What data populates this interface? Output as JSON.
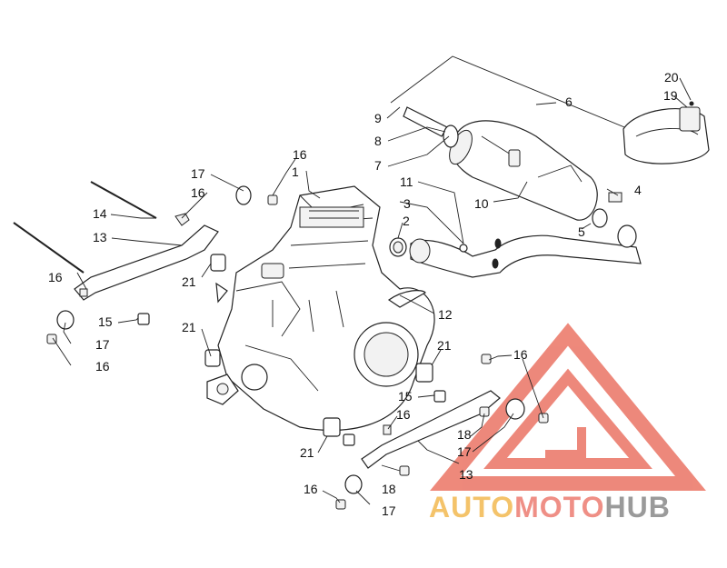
{
  "labels": [
    {
      "id": "label-1",
      "text": "1"
    },
    {
      "id": "label-2",
      "text": "2"
    },
    {
      "id": "label-3",
      "text": "3"
    },
    {
      "id": "label-4",
      "text": "4"
    },
    {
      "id": "label-5",
      "text": "5"
    },
    {
      "id": "label-6",
      "text": "6"
    },
    {
      "id": "label-7",
      "text": "7"
    },
    {
      "id": "label-8",
      "text": "8"
    },
    {
      "id": "label-9",
      "text": "9"
    },
    {
      "id": "label-10",
      "text": "10"
    },
    {
      "id": "label-11",
      "text": "11"
    },
    {
      "id": "label-12",
      "text": "12"
    },
    {
      "id": "label-13a",
      "text": "13"
    },
    {
      "id": "label-13b",
      "text": "13"
    },
    {
      "id": "label-14",
      "text": "14"
    },
    {
      "id": "label-15a",
      "text": "15"
    },
    {
      "id": "label-15b",
      "text": "15"
    },
    {
      "id": "label-16a",
      "text": "16"
    },
    {
      "id": "label-16b",
      "text": "16"
    },
    {
      "id": "label-16c",
      "text": "16"
    },
    {
      "id": "label-16d",
      "text": "16"
    },
    {
      "id": "label-16e",
      "text": "16"
    },
    {
      "id": "label-16f",
      "text": "16"
    },
    {
      "id": "label-16g",
      "text": "16"
    },
    {
      "id": "label-17a",
      "text": "17"
    },
    {
      "id": "label-17b",
      "text": "17"
    },
    {
      "id": "label-17c",
      "text": "17"
    },
    {
      "id": "label-17d",
      "text": "17"
    },
    {
      "id": "label-18a",
      "text": "18"
    },
    {
      "id": "label-18b",
      "text": "18"
    },
    {
      "id": "label-19",
      "text": "19"
    },
    {
      "id": "label-20",
      "text": "20"
    },
    {
      "id": "label-21a",
      "text": "21"
    },
    {
      "id": "label-21b",
      "text": "21"
    },
    {
      "id": "label-21c",
      "text": "21"
    },
    {
      "id": "label-21d",
      "text": "21"
    }
  ],
  "watermark": {
    "auto": "AUTO",
    "moto": "MOTO",
    "hub": "HUB",
    "colors": {
      "auto": "#f4c36a",
      "moto": "#ef8f86",
      "hub": "#9a9a9a",
      "triangle": "#e8614f"
    }
  }
}
